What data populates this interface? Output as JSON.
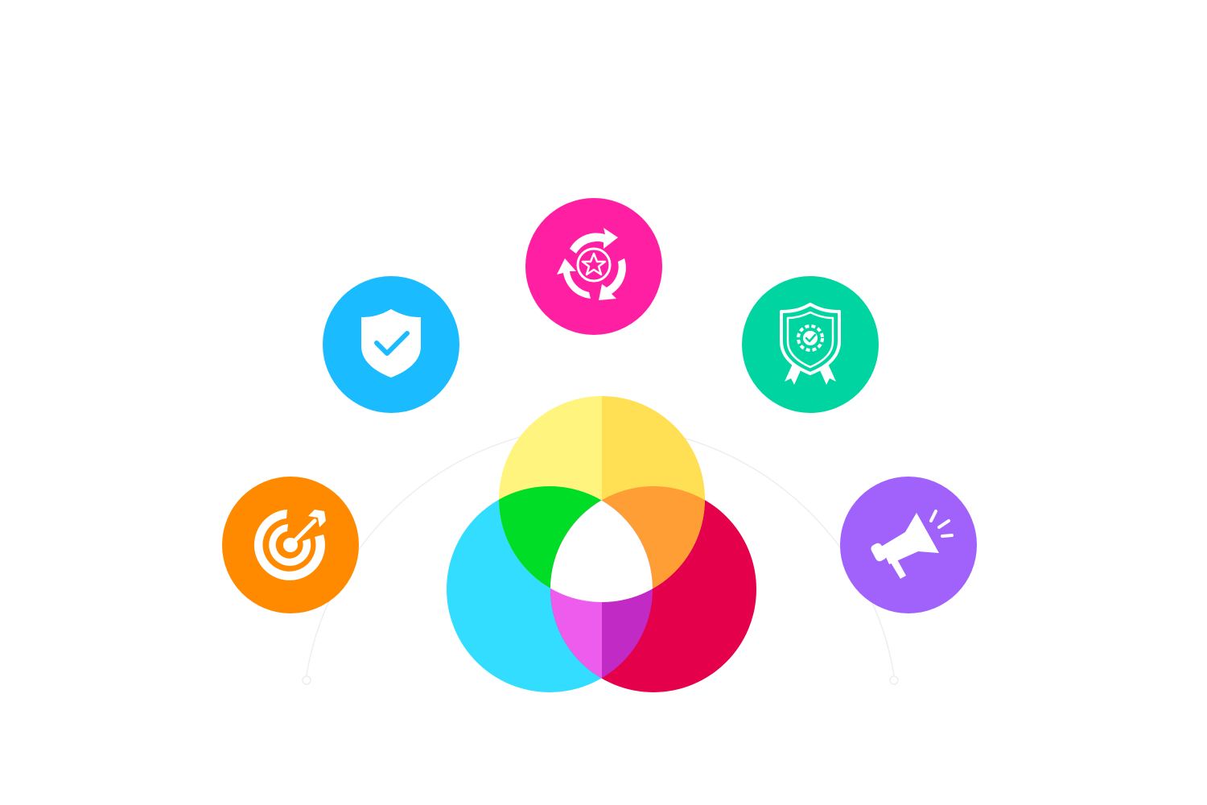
{
  "diagram": {
    "background": "#ffffff",
    "arc_color": "#eeeeee",
    "icon_glyph_color": "#ffffff",
    "nodes": [
      {
        "id": "target",
        "icon": "target-arrow-icon",
        "color": "#ff8a00"
      },
      {
        "id": "shield",
        "icon": "shield-check-icon",
        "color": "#1bbcff"
      },
      {
        "id": "cycle",
        "icon": "star-cycle-icon",
        "color": "#ff1fa3"
      },
      {
        "id": "badge",
        "icon": "gear-badge-icon",
        "color": "#00d4a0"
      },
      {
        "id": "megaphone",
        "icon": "megaphone-icon",
        "color": "#a062fb"
      }
    ],
    "venn": {
      "top_color_left": "#fff57e",
      "top_color_right": "#ffe054",
      "left_color": "#33ddff",
      "right_color": "#e5004b",
      "overlap_top_left_color": "#00dd26",
      "overlap_top_right_color": "#ff9e35",
      "overlap_bottom_left_color": "#ee5ced",
      "overlap_bottom_right_color": "#c22ac6",
      "center_color": "#ffffff"
    }
  }
}
